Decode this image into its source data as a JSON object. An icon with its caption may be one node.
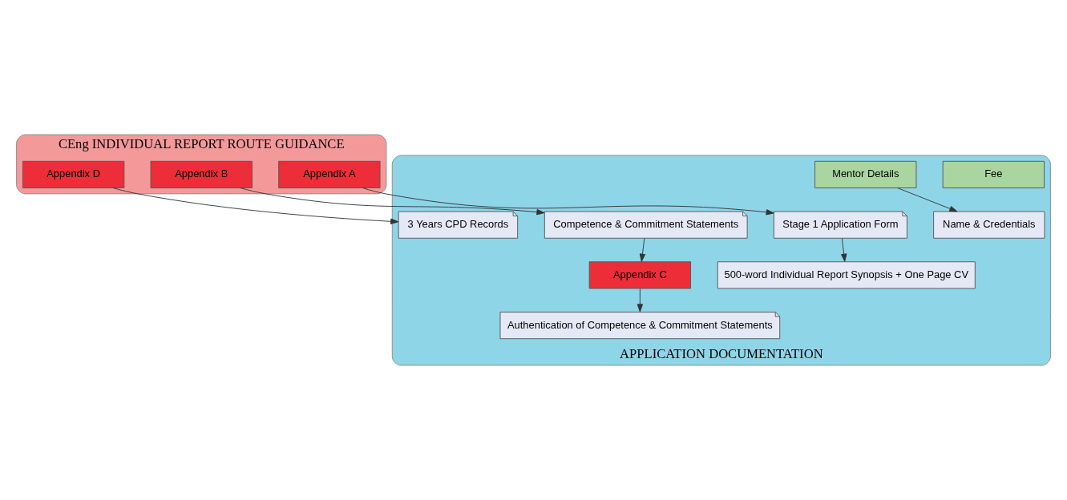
{
  "diagram": {
    "nodes": [
      {
        "text": [
          "CEng INDIVIDUAL REPORT ROUTE GUIDANCE"
        ]
      },
      {
        "text": [
          "Appendix A"
        ],
        "in": 0
      },
      {
        "text": [
          "Appendix B"
        ],
        "in": 0
      },
      {
        "text": [
          "Appendix D"
        ],
        "in": 0
      },
      {
        "text": [
          "APPLICATION DOCUMENTATION"
        ]
      },
      {
        "text": [
          "Fee"
        ],
        "in": 4
      },
      {
        "text": [
          "Stage 1 Application Form"
        ],
        "in": 4
      },
      {
        "text": [
          "500-word Individual Report Synopsis + One Page CV"
        ],
        "in": 4
      },
      {
        "text": [
          "Competence & Commitment Statements"
        ],
        "in": 4
      },
      {
        "text": [
          "3 Years CPD Records"
        ],
        "in": 4
      },
      {
        "text": [
          "Mentor Details"
        ],
        "in": 4
      },
      {
        "text": [
          "Appendix C"
        ],
        "in": 4
      },
      {
        "text": [
          "Authentication of Competence & Commitment Statements"
        ],
        "in": 4
      },
      {
        "text": [
          "Name & Credentials"
        ],
        "in": 4
      }
    ],
    "edges": [
      {
        "from": 1,
        "to": 6,
        "arrow": "to"
      },
      {
        "from": 6,
        "to": 7,
        "arrow": "to"
      },
      {
        "from": 2,
        "to": 8,
        "arrow": "to"
      },
      {
        "from": 3,
        "to": 9,
        "arrow": "to"
      },
      {
        "from": 8,
        "to": 11,
        "arrow": "to"
      },
      {
        "from": 11,
        "to": 12,
        "arrow": "to"
      },
      {
        "from": 10,
        "to": 13,
        "arrow": "to"
      }
    ]
  }
}
